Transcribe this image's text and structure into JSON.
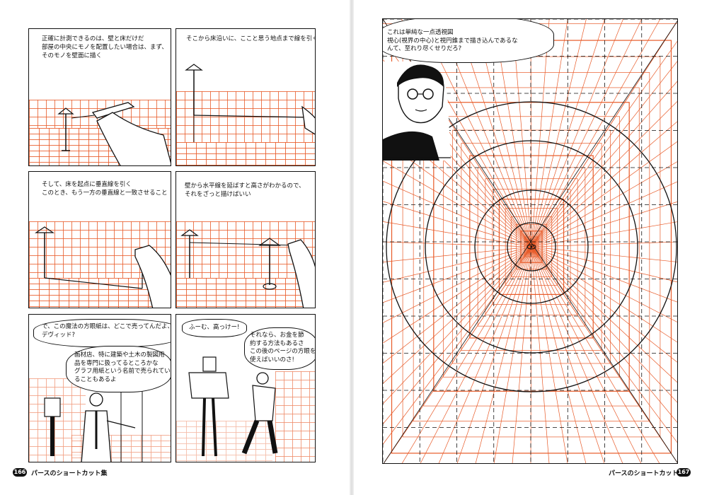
{
  "left_page": {
    "page_number": "166",
    "running_title": "パースのショートカット集",
    "panels": [
      {
        "caption": "正確に計測できるのは、壁と床だけだ\n部屋の中央にモノを配置したい場合は、まず、\nそのモノを壁面に描く"
      },
      {
        "caption": "そこから床沿いに、ここと思う地点まで線を引く"
      },
      {
        "caption": "そして、床を起点に垂直線を引く\nこのとき、もう一方の垂直線と一致させること"
      },
      {
        "caption": "壁から水平線を延ばすと高さがわかるので、\nそれをざっと描けばいい"
      },
      {
        "bubble_top": "で、この魔法の方眼紙は、どこで売ってんだよ、\nデヴィッド?",
        "bubble_main": "画材店、特に建築や土木の製図用\n品を専門に扱ってるところかな\nグラフ用紙という名前で売られてい\nることもあるよ"
      },
      {
        "bubble_left": "ふーむ、高っけー!",
        "bubble_right": "それなら、お金を節\n約する方法もあるさ\nこの後のページの方眼を\n使えばいいのさ!"
      }
    ]
  },
  "right_page": {
    "page_number": "167",
    "running_title": "パースのショートカット集",
    "bubble": "これは単純な一点透視図\n視心(視界の中心)と視円錐まで描き込んであるな\nんて、至れり尽くせりだろ?"
  },
  "colors": {
    "grid": "#e85a28",
    "ink": "#111111",
    "paper": "#ffffff"
  }
}
